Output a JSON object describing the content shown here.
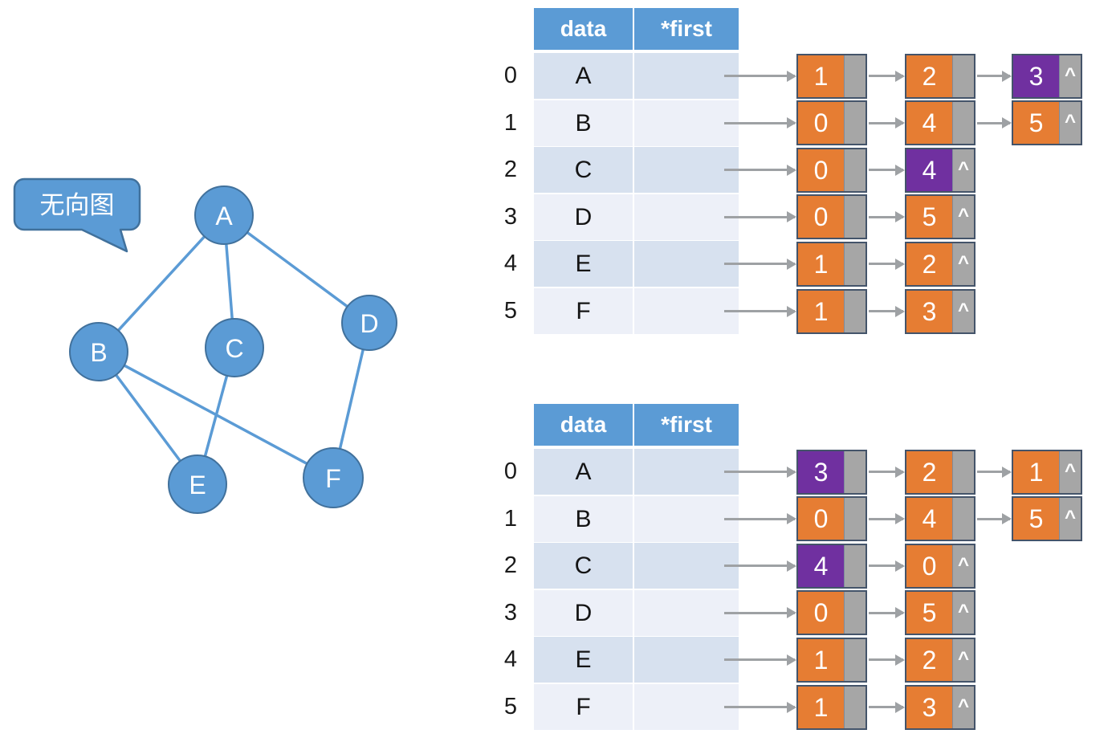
{
  "bubble": {
    "label": "无向图"
  },
  "graph": {
    "nodes": [
      {
        "label": "A"
      },
      {
        "label": "B"
      },
      {
        "label": "C"
      },
      {
        "label": "D"
      },
      {
        "label": "E"
      },
      {
        "label": "F"
      }
    ],
    "edges": [
      "A-B",
      "A-C",
      "A-D",
      "B-E",
      "B-F",
      "C-E",
      "D-F"
    ]
  },
  "null_symbol": "^",
  "colors": {
    "accent_blue": "#5B9BD5",
    "node_orange": "#E67D33",
    "node_purple": "#7030A0",
    "pointer_gray": "#A6A6A6"
  },
  "tables": [
    {
      "name": "adjacency-list-top",
      "header": {
        "col1": "data",
        "col2": "*first"
      },
      "rows": [
        {
          "index": "0",
          "data": "A",
          "chain": [
            {
              "v": "1",
              "highlight": false
            },
            {
              "v": "2",
              "highlight": false
            },
            {
              "v": "3",
              "highlight": true
            }
          ]
        },
        {
          "index": "1",
          "data": "B",
          "chain": [
            {
              "v": "0",
              "highlight": false
            },
            {
              "v": "4",
              "highlight": false
            },
            {
              "v": "5",
              "highlight": false
            }
          ]
        },
        {
          "index": "2",
          "data": "C",
          "chain": [
            {
              "v": "0",
              "highlight": false
            },
            {
              "v": "4",
              "highlight": true
            }
          ]
        },
        {
          "index": "3",
          "data": "D",
          "chain": [
            {
              "v": "0",
              "highlight": false
            },
            {
              "v": "5",
              "highlight": false
            }
          ]
        },
        {
          "index": "4",
          "data": "E",
          "chain": [
            {
              "v": "1",
              "highlight": false
            },
            {
              "v": "2",
              "highlight": false
            }
          ]
        },
        {
          "index": "5",
          "data": "F",
          "chain": [
            {
              "v": "1",
              "highlight": false
            },
            {
              "v": "3",
              "highlight": false
            }
          ]
        }
      ]
    },
    {
      "name": "adjacency-list-bottom",
      "header": {
        "col1": "data",
        "col2": "*first"
      },
      "rows": [
        {
          "index": "0",
          "data": "A",
          "chain": [
            {
              "v": "3",
              "highlight": true
            },
            {
              "v": "2",
              "highlight": false
            },
            {
              "v": "1",
              "highlight": false
            }
          ]
        },
        {
          "index": "1",
          "data": "B",
          "chain": [
            {
              "v": "0",
              "highlight": false
            },
            {
              "v": "4",
              "highlight": false
            },
            {
              "v": "5",
              "highlight": false
            }
          ]
        },
        {
          "index": "2",
          "data": "C",
          "chain": [
            {
              "v": "4",
              "highlight": true
            },
            {
              "v": "0",
              "highlight": false
            }
          ]
        },
        {
          "index": "3",
          "data": "D",
          "chain": [
            {
              "v": "0",
              "highlight": false
            },
            {
              "v": "5",
              "highlight": false
            }
          ]
        },
        {
          "index": "4",
          "data": "E",
          "chain": [
            {
              "v": "1",
              "highlight": false
            },
            {
              "v": "2",
              "highlight": false
            }
          ]
        },
        {
          "index": "5",
          "data": "F",
          "chain": [
            {
              "v": "1",
              "highlight": false
            },
            {
              "v": "3",
              "highlight": false
            }
          ]
        }
      ]
    }
  ]
}
